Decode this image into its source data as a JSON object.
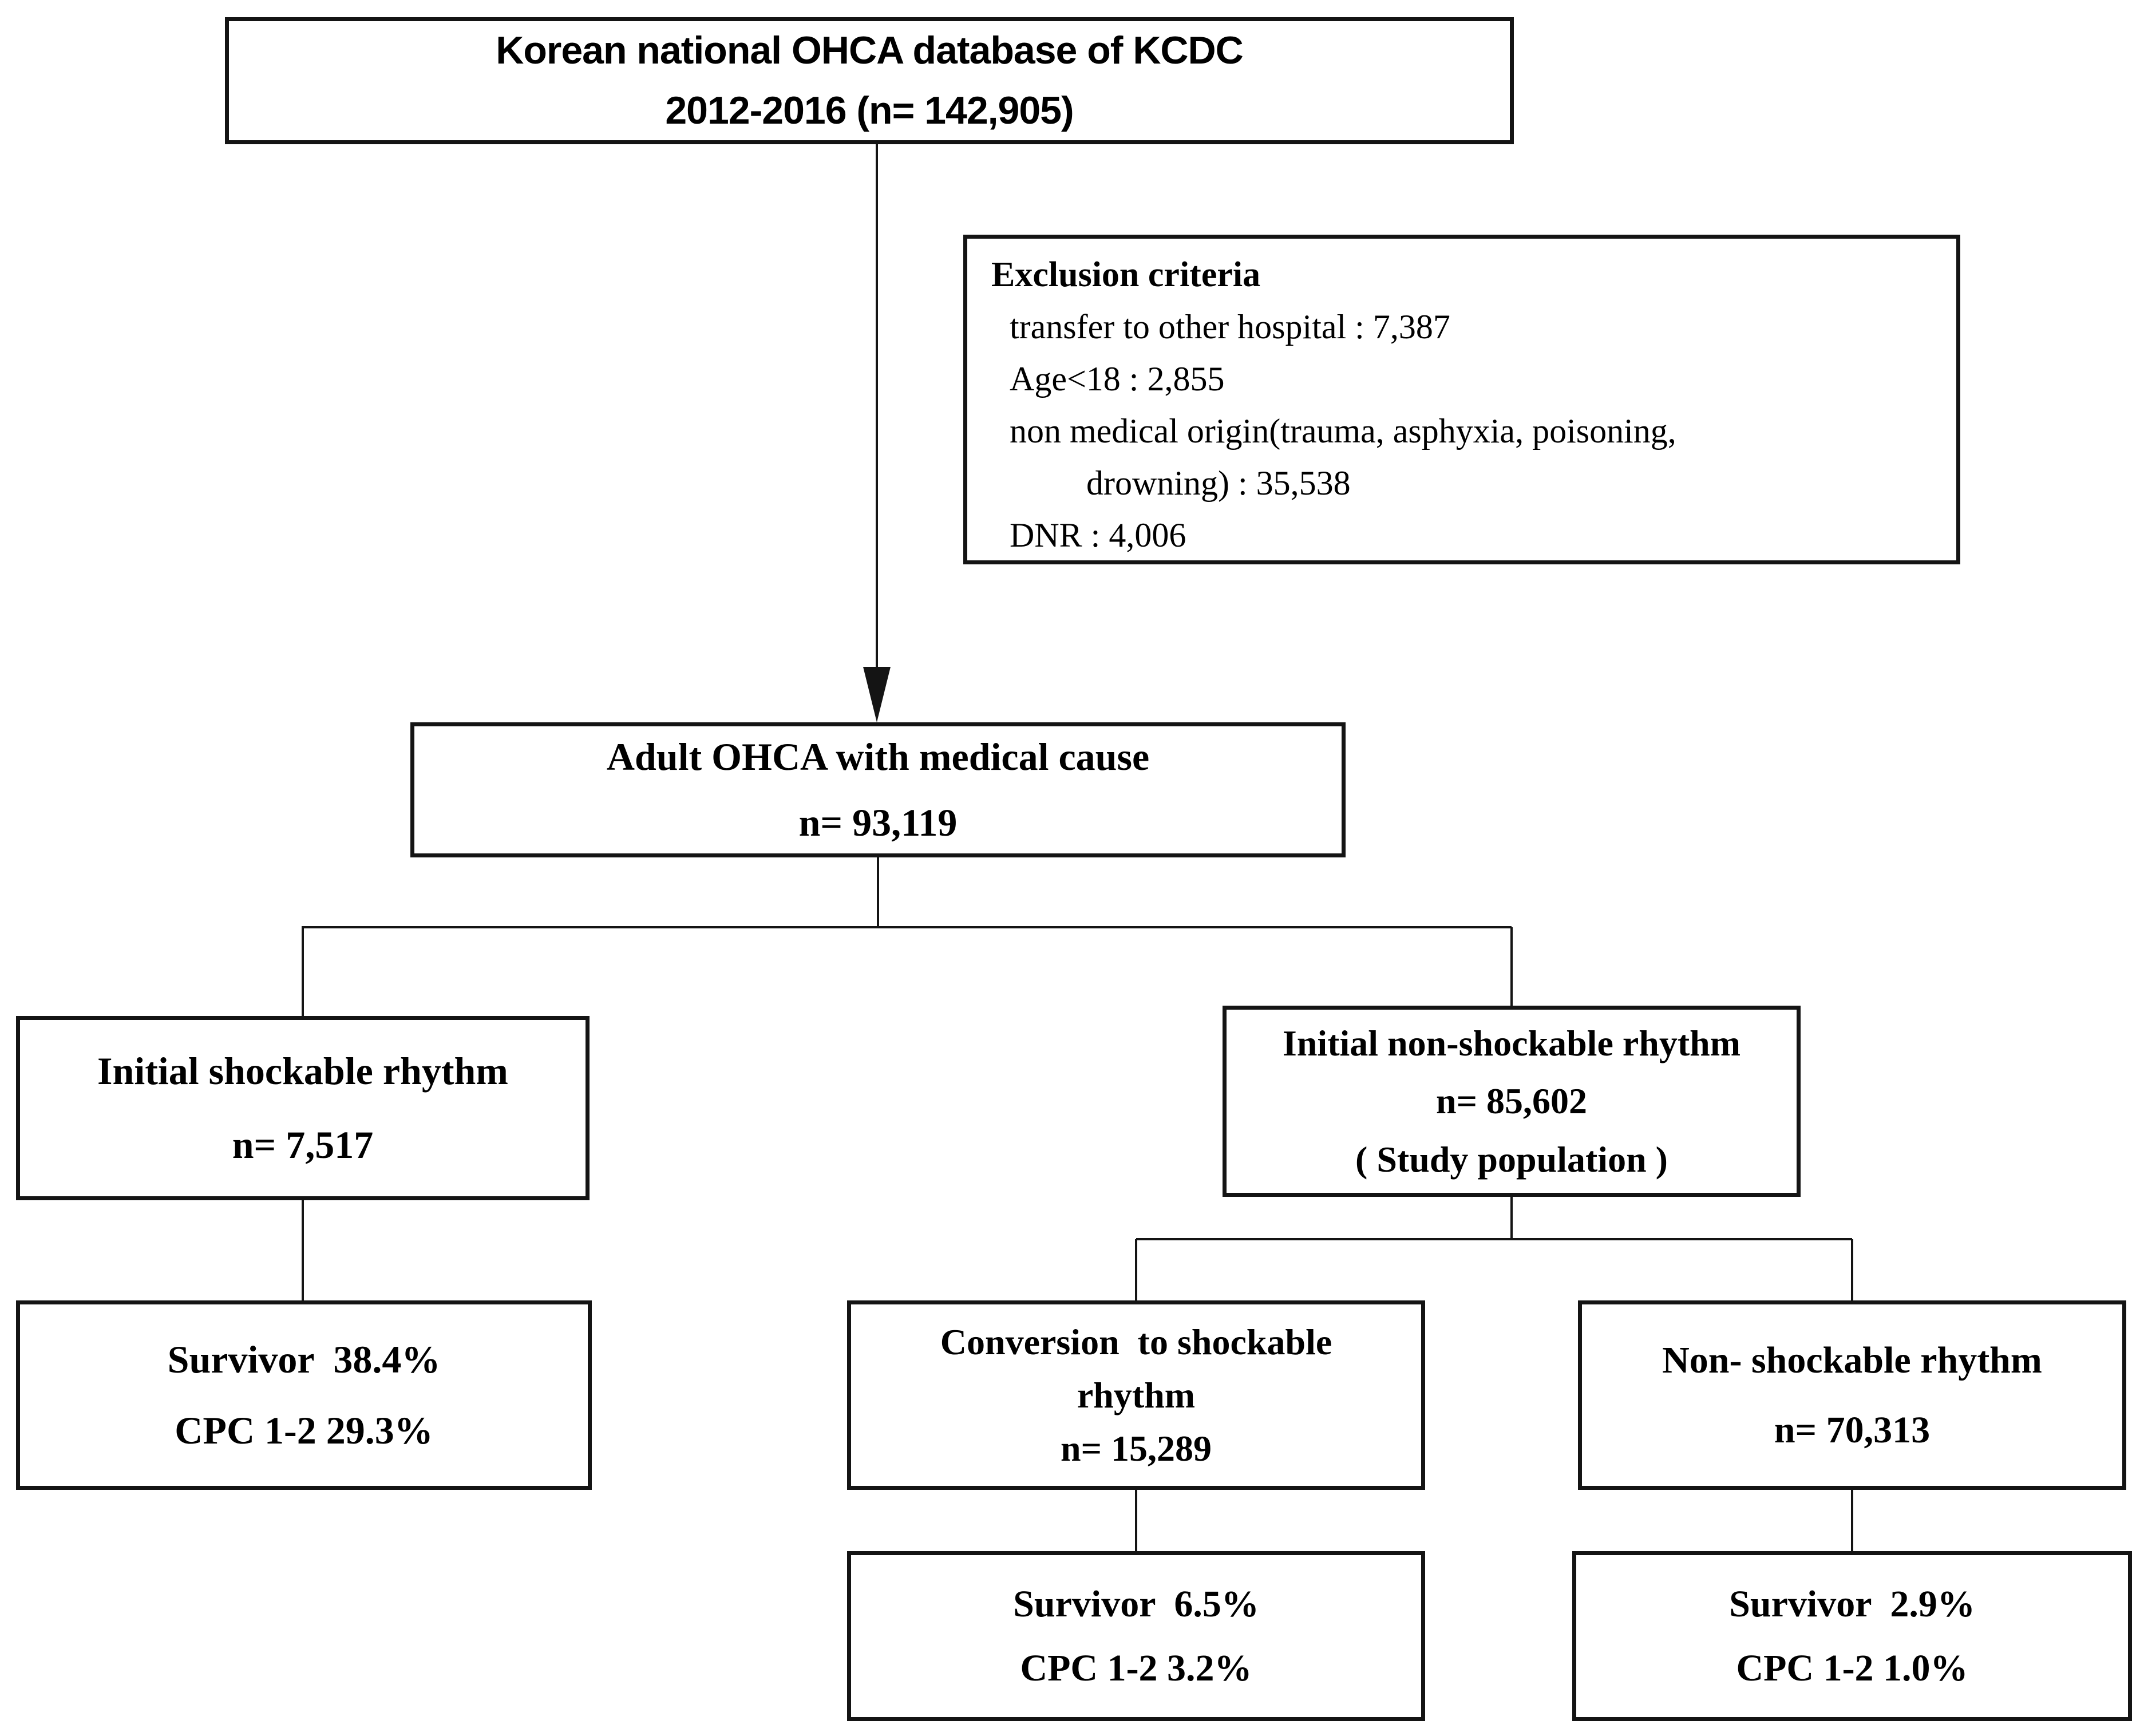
{
  "colors": {
    "bg": "#ffffff",
    "line": "#141414",
    "text": "#000000"
  },
  "nodes": {
    "database": {
      "lines": [
        "Korean national OHCA database of KCDC",
        "2012-2016 (n= 142,905)"
      ]
    },
    "exclusion": {
      "title": "Exclusion criteria",
      "items": [
        "transfer to other hospital : 7,387",
        "Age<18 : 2,855",
        "non medical origin(trauma, asphyxia, poisoning,",
        "drowning) : 35,538",
        "DNR : 4,006"
      ]
    },
    "adult": {
      "lines": [
        "Adult OHCA with medical cause",
        "n= 93,119"
      ]
    },
    "shockable": {
      "lines": [
        "Initial shockable rhythm",
        "n= 7,517"
      ]
    },
    "nonshockable": {
      "lines": [
        "Initial non-shockable rhythm",
        "n= 85,602",
        "( Study population )"
      ]
    },
    "survivor_shockable": {
      "lines": [
        "Survivor  38.4%",
        "CPC 1-2 29.3%"
      ]
    },
    "conversion": {
      "lines": [
        "Conversion  to shockable",
        "rhythm",
        "n= 15,289"
      ]
    },
    "nonshock_rhythm": {
      "lines": [
        "Non- shockable rhythm",
        "n= 70,313"
      ]
    },
    "survivor_conversion": {
      "lines": [
        "Survivor  6.5%",
        "CPC 1-2 3.2%"
      ]
    },
    "survivor_nonshock": {
      "lines": [
        "Survivor  2.9%",
        "CPC 1-2 1.0%"
      ]
    }
  }
}
